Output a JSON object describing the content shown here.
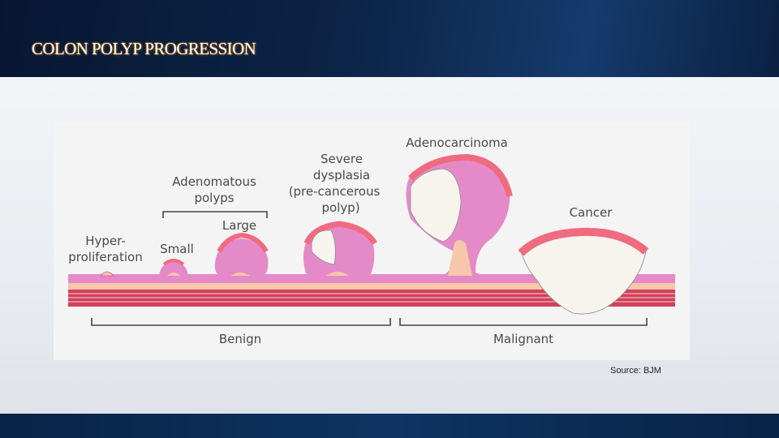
{
  "slide": {
    "title": "COLON POLYP PROGRESSION"
  },
  "figure": {
    "labels": {
      "hyper_line1": "Hyper-",
      "hyper_line2": "proliferation",
      "adenomatous_line1": "Adenomatous",
      "adenomatous_line2": "polyps",
      "small": "Small",
      "large": "Large",
      "severe_line1": "Severe",
      "severe_line2": "dysplasia",
      "severe_line3": "(pre-cancerous",
      "severe_line4": "polyp)",
      "adenocarcinoma": "Adenocarcinoma",
      "cancer": "Cancer",
      "benign": "Benign",
      "malignant": "Malignant"
    },
    "colors": {
      "mucosa": "#e58ac9",
      "submucosa": "#f7c7a9",
      "muscle": "#d2405c",
      "tumor_surface": "#ef6b80",
      "tumor_core": "#f7f4ee"
    }
  },
  "source": "Source: BJM"
}
